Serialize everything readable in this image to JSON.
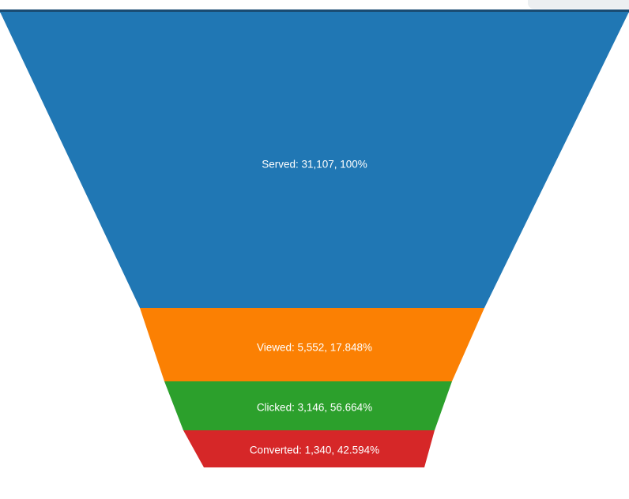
{
  "chart_data": {
    "type": "funnel",
    "title": "",
    "xlabel": "",
    "ylabel": "",
    "orientation": "vertical",
    "grid": false,
    "legend": "none",
    "labels_inside": true,
    "stages": [
      {
        "name": "Served",
        "value": 31107,
        "value_formatted": "31,107",
        "percent": 100,
        "percent_formatted": "100%",
        "percent_of": "total",
        "label": "Served: 31,107, 100%",
        "color": "#2077b4"
      },
      {
        "name": "Viewed",
        "value": 5552,
        "value_formatted": "5,552",
        "percent": 17.848,
        "percent_formatted": "17.848%",
        "percent_of": "previous",
        "label": "Viewed: 5,552, 17.848%",
        "color": "#fb8003"
      },
      {
        "name": "Clicked",
        "value": 3146,
        "value_formatted": "3,146",
        "percent": 56.664,
        "percent_formatted": "56.664%",
        "percent_of": "previous",
        "label": "Clicked: 3,146, 56.664%",
        "color": "#2ca02c"
      },
      {
        "name": "Converted",
        "value": 1340,
        "value_formatted": "1,340",
        "percent": 42.594,
        "percent_formatted": "42.594%",
        "percent_of": "previous",
        "label": "Converted: 1,340, 42.594%",
        "color": "#d62728"
      }
    ],
    "colors": {
      "served": "#2077b4",
      "viewed": "#fb8003",
      "clicked": "#2ca02c",
      "converted": "#d62728",
      "top_edge": "#1a4b72",
      "background": "#ffffff",
      "label_text": "#ffffff",
      "panel": "#eceff1"
    }
  },
  "canvas": {
    "background": "#ffffff"
  },
  "top_panel": {
    "background": "#eceff1"
  }
}
